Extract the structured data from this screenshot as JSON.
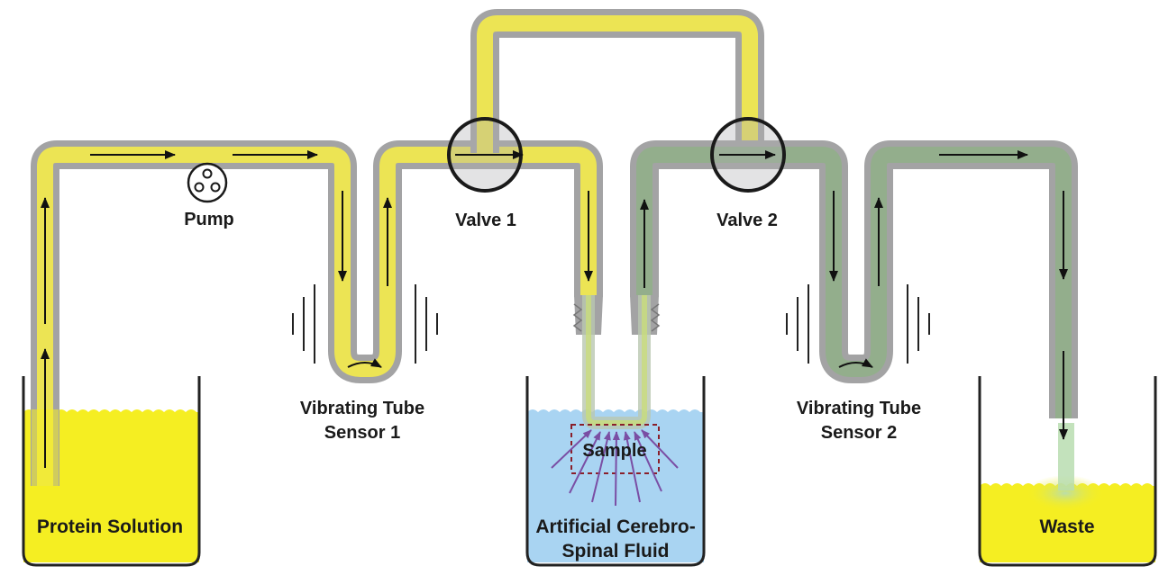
{
  "labels": {
    "pump": "Pump",
    "valve1": "Valve 1",
    "valve2": "Valve 2",
    "sensor1_line1": "Vibrating Tube",
    "sensor1_line2": "Sensor 1",
    "sensor2_line1": "Vibrating Tube",
    "sensor2_line2": "Sensor 2",
    "sample": "Sample",
    "protein_solution": "Protein Solution",
    "csf_line1": "Artificial Cerebro-",
    "csf_line2": "Spinal Fluid",
    "waste": "Waste"
  },
  "colors": {
    "protein_fluid": "#f5ee22",
    "tube_yellow": "#ece454",
    "tube_green": "#93ae8c",
    "tube_wall": "#a3a3a4",
    "csf_fluid": "#a9d4f2",
    "sample_border": "#8a1f2a",
    "diffusion_arrows": "#7a4ea4",
    "flow_arrows": "#111111"
  }
}
